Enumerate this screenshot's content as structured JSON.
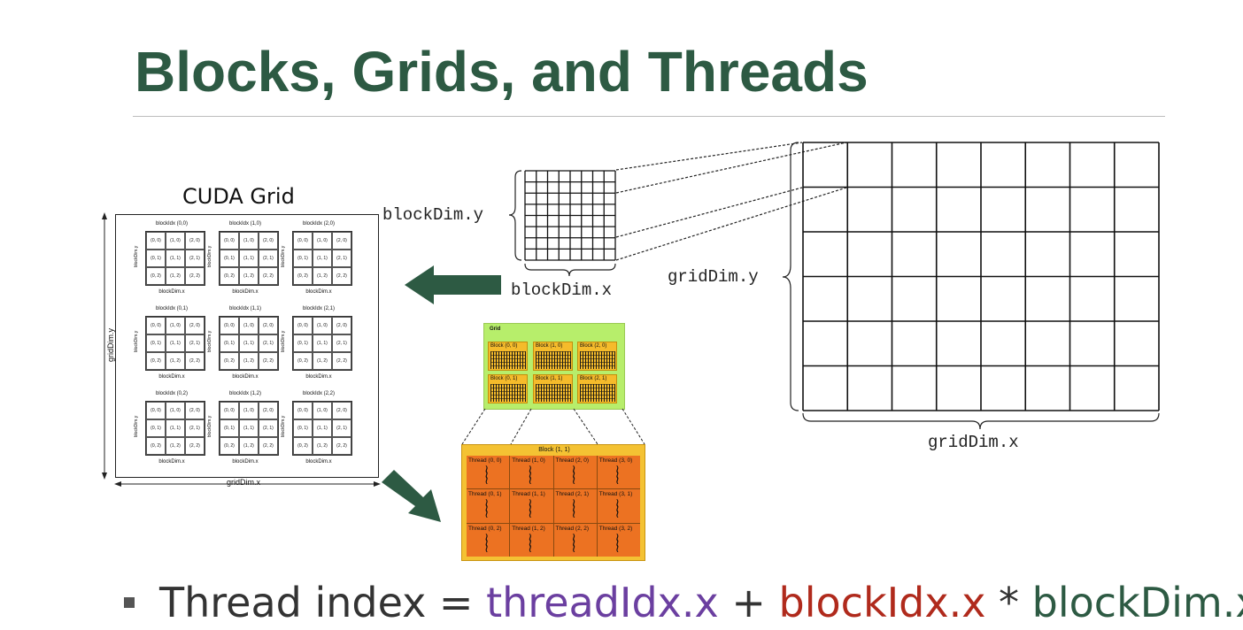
{
  "title": "Blocks, Grids, and Threads",
  "cuda_grid": {
    "heading": "CUDA Grid",
    "grid_dim_x": "gridDim.x",
    "grid_dim_y": "gridDim.y",
    "block_dim_x": "blockDim.x",
    "block_dim_y": "blockDim.y",
    "blocks": [
      {
        "label": "blockIdx (0,0)"
      },
      {
        "label": "blockIdx (1,0)"
      },
      {
        "label": "blockIdx (2,0)"
      },
      {
        "label": "blockIdx (0,1)"
      },
      {
        "label": "blockIdx (1,1)"
      },
      {
        "label": "blockIdx (2,1)"
      },
      {
        "label": "blockIdx (0,2)"
      },
      {
        "label": "blockIdx (1,2)"
      },
      {
        "label": "blockIdx (2,2)"
      }
    ],
    "thread_cells": [
      "(0, 0)",
      "(1, 0)",
      "(2, 0)",
      "(0, 1)",
      "(1, 1)",
      "(2, 1)",
      "(0, 2)",
      "(1, 2)",
      "(2, 2)"
    ]
  },
  "block_diagram": {
    "block_dim_y": "blockDim.y",
    "block_dim_x": "blockDim.x",
    "grid_dim_y": "gridDim.y",
    "grid_dim_x": "gridDim.x"
  },
  "green_grid": {
    "title": "Grid",
    "blocks": [
      {
        "label": "Block (0, 0)"
      },
      {
        "label": "Block (1, 0)"
      },
      {
        "label": "Block (2, 0)"
      },
      {
        "label": "Block (0, 1)"
      },
      {
        "label": "Block (1, 1)"
      },
      {
        "label": "Block (2, 1)"
      }
    ]
  },
  "thread_block": {
    "title": "Block (1, 1)",
    "threads": [
      {
        "label": "Thread (0, 0)"
      },
      {
        "label": "Thread (1, 0)"
      },
      {
        "label": "Thread (2, 0)"
      },
      {
        "label": "Thread (3, 0)"
      },
      {
        "label": "Thread (0, 1)"
      },
      {
        "label": "Thread (1, 1)"
      },
      {
        "label": "Thread (2, 1)"
      },
      {
        "label": "Thread (3, 1)"
      },
      {
        "label": "Thread (0, 2)"
      },
      {
        "label": "Thread (1, 2)"
      },
      {
        "label": "Thread (2, 2)"
      },
      {
        "label": "Thread (3, 2)"
      }
    ]
  },
  "formula": {
    "lhs": "Thread index = ",
    "term1": "threadIdx.x",
    "plus": " + ",
    "term2": "blockIdx.x",
    "times": " * ",
    "term3": "blockDim.x"
  },
  "colors": {
    "title_green": "#2d5a43",
    "arrow_green": "#2d5a43",
    "term_purple": "#6b3fa0",
    "term_red": "#b02a1c",
    "term_green": "#2d5a43",
    "grid_green": "#b7ee6b",
    "block_yellow": "#f4c233",
    "thread_orange": "#ec7222"
  }
}
